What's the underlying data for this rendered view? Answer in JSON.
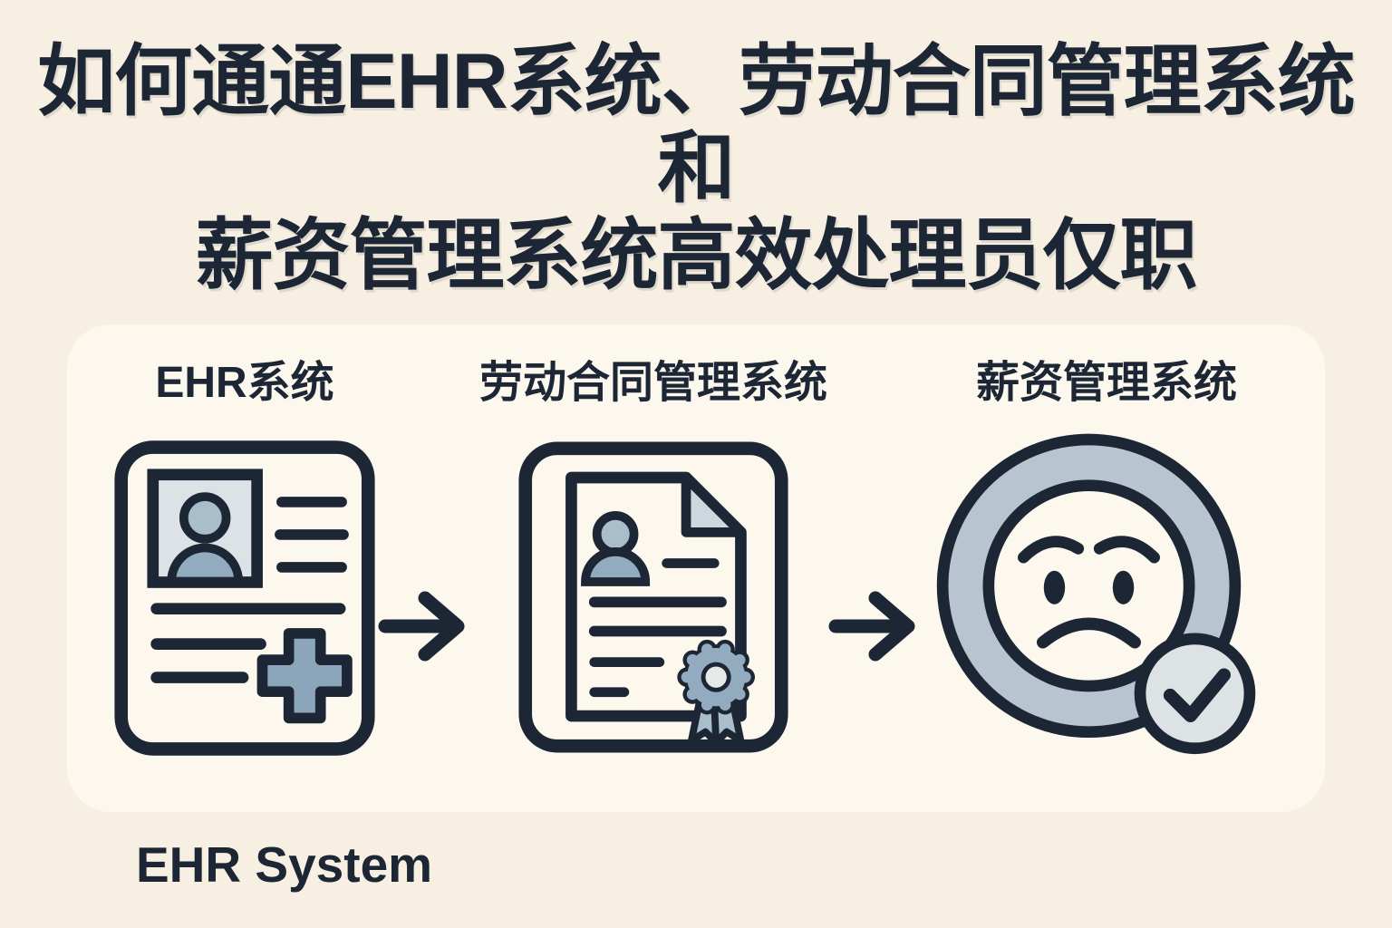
{
  "title": {
    "line1": "如何通通EHR系统、劳动合同管理系统和",
    "line2": "薪资管理系统高效处理员仅职"
  },
  "panel": {
    "columns": [
      {
        "label": "EHR系统",
        "icon": "employee-record-icon"
      },
      {
        "label": "劳动合同管理系统",
        "icon": "contract-certificate-icon"
      },
      {
        "label": "薪资管理系统",
        "icon": "payroll-sad-face-icon"
      }
    ],
    "arrow_icon": "right-arrow-icon"
  },
  "footer": {
    "caption": "EHR System"
  },
  "colors": {
    "background": "#f6efe2",
    "panel": "#fcf8ee",
    "ink": "#1c2634",
    "person_head": "#a9bdca",
    "person_body": "#92abbf",
    "cross": "#8ba5ba",
    "photo_bg": "#dce2e6",
    "fold": "#ccd8de",
    "ring": "#b8c5d0",
    "badge": "#dde3e5",
    "badge_inner": "#e7eae6"
  }
}
